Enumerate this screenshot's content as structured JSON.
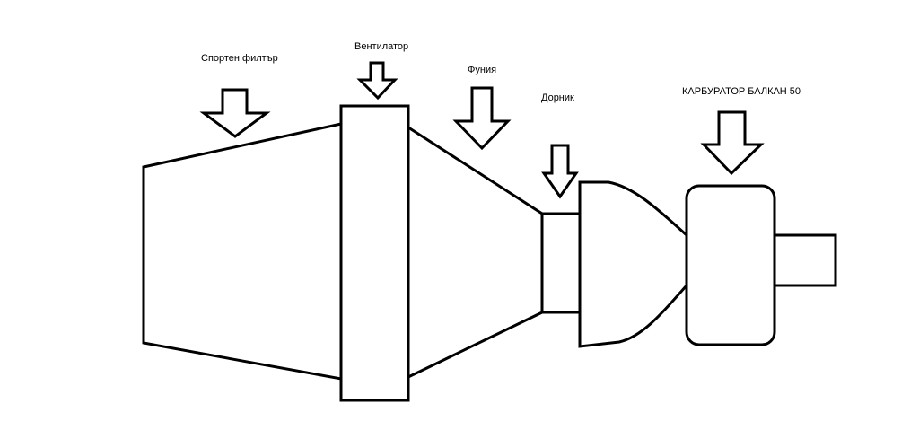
{
  "labels": {
    "sport_filter": "Спортен филтър",
    "fan": "Вентилатор",
    "funnel": "Фуния",
    "dornik": "Дорник",
    "carburetor": "КАРБУРАТОР БАЛКАН 50"
  },
  "colors": {
    "stroke": "#000000",
    "background": "#ffffff"
  }
}
